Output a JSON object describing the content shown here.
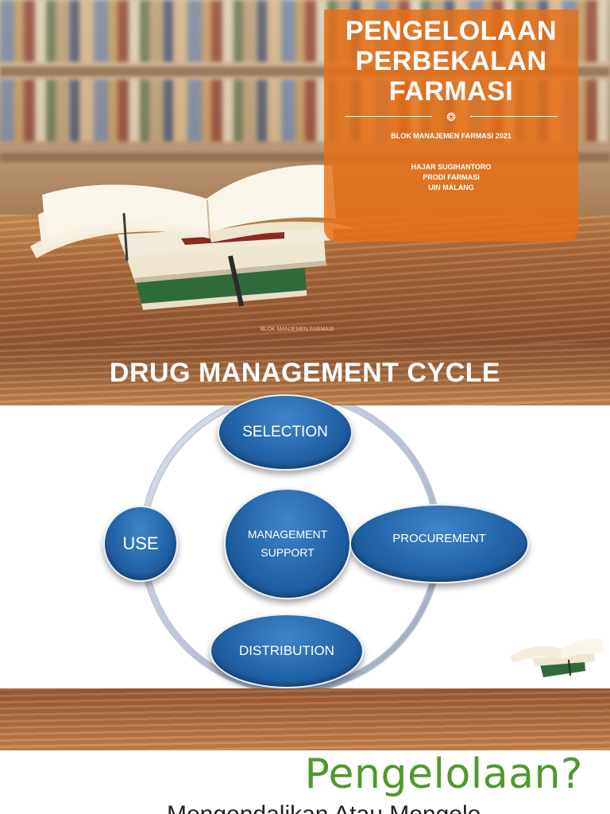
{
  "slide1": {
    "title": "PENGELOLAAN PERBEKALAN FARMASI",
    "ornament_glyph": "❂",
    "subtitle": "BLOK MANAJEMEN FARMASI 2021",
    "author_lines": [
      "HAJAR SUGIHANTORO",
      "PRODI FARMASI",
      "UIN MALANG"
    ],
    "footer": "BLOK MANJEMEN FARMASI",
    "colors": {
      "title_box": "#e86e14"
    }
  },
  "slide2": {
    "title": "DRUG MANAGEMENT CYCLE",
    "nodes": {
      "selection": "SELECTION",
      "procurement": "PROCUREMENT",
      "distribution": "DISTRIBUTION",
      "use": "USE",
      "center_line1": "MANAGEMENT",
      "center_line2": "SUPPORT"
    },
    "colors": {
      "node": "#2263a8",
      "ring": "#b8c4d6"
    }
  },
  "slide3": {
    "title": "Pengelolaan?",
    "text_partial": "Mengendalikan Atau Mengelo...",
    "colors": {
      "title": "#4e9a2c"
    }
  }
}
